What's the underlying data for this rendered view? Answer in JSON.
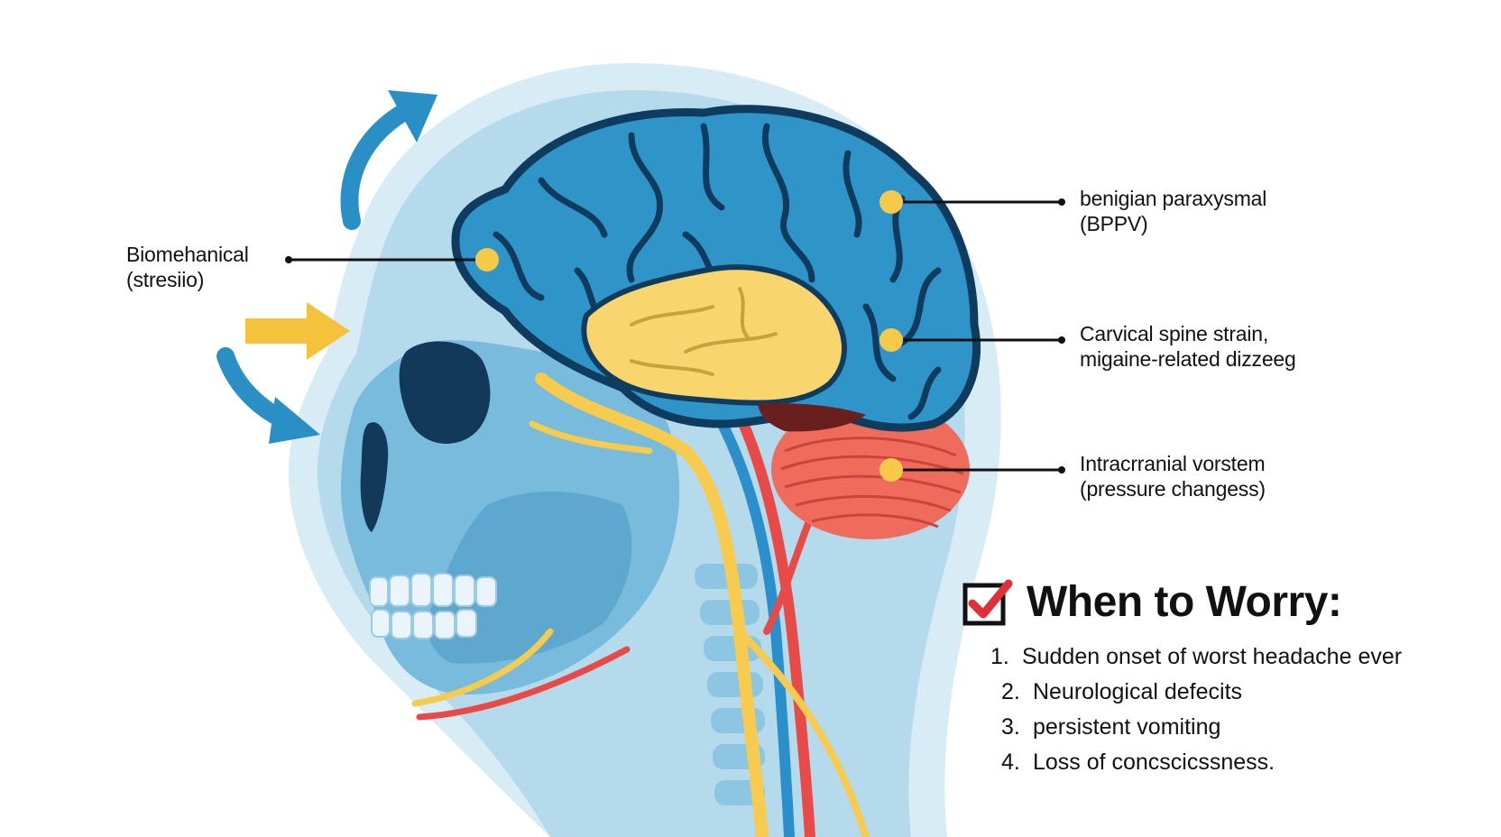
{
  "labels": {
    "biomech": {
      "line1": "Biomehanical",
      "line2": "(stresiio)"
    },
    "bppv": {
      "line1": "benigian paraxysmal",
      "line2": "(BPPV)"
    },
    "cervical": {
      "line1": "Carvical spine strain,",
      "line2": "migaine-related dizzeeg"
    },
    "intracranial": {
      "line1": "Intracrranial vorstem",
      "line2": "(pressure  changess)"
    }
  },
  "worry": {
    "title": "When to Worry:",
    "items": [
      {
        "num": "1.",
        "text": "Sudden onset of worst headache ever"
      },
      {
        "num": "2.",
        "text": "Neurological defecits"
      },
      {
        "num": "3.",
        "text": "persistent vomiting"
      },
      {
        "num": "4.",
        "text": "Loss of concscicssness."
      }
    ]
  },
  "colors": {
    "head_halo": "#cfe6f2",
    "head": "#a9d3e8",
    "skull": "#6db3d6",
    "brain": "#2f95c9",
    "brain_outline": "#0f3c5e",
    "limbic": "#f9d56e",
    "cerebellum": "#ef6b5c",
    "artery_red": "#e84b47",
    "artery_blue": "#2b8fcc",
    "nerve_yellow": "#f6cb4e",
    "arrow_blue": "#2a8fc4",
    "arrow_yellow": "#f5c23b",
    "marker": "#f7c948",
    "check_red": "#e0303a"
  }
}
